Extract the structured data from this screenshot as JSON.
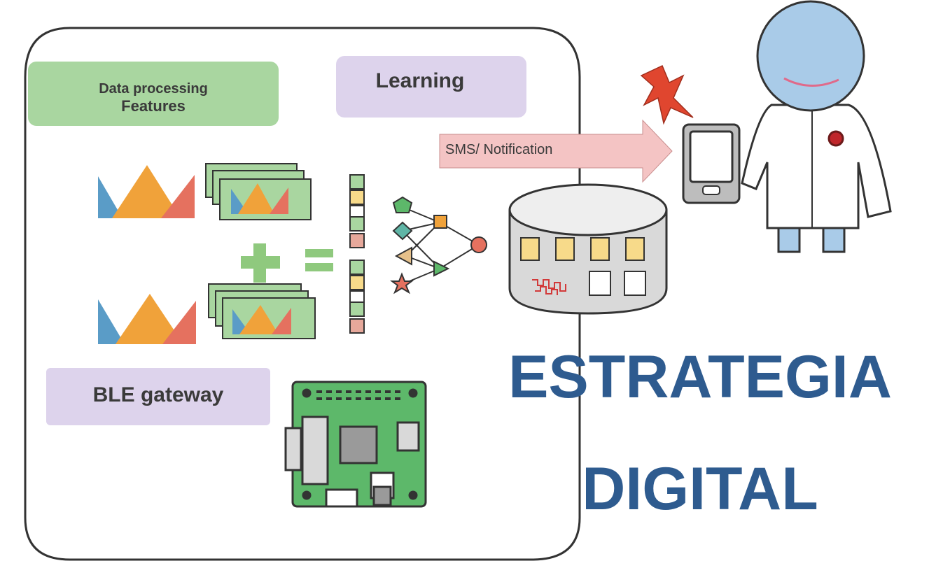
{
  "boxes": {
    "data_processing_line1": "Data processing",
    "data_processing_line2": "Features",
    "learning": "Learning",
    "ble_gateway": "BLE gateway"
  },
  "arrow": {
    "label": "SMS/ Notification"
  },
  "title": {
    "line1": "ESTRATEGIA",
    "line2": "DIGITAL"
  },
  "colors": {
    "green_box": "#a9d6a0",
    "purple_box": "#ddd3ec",
    "title_blue": "#2e5b8f",
    "arrow_pink": "#f4c4c4",
    "head_blue": "#a9cbe8",
    "board_green": "#5db86a",
    "lightning_red": "#e0462f",
    "cube_yellow": "#f7da8a"
  }
}
